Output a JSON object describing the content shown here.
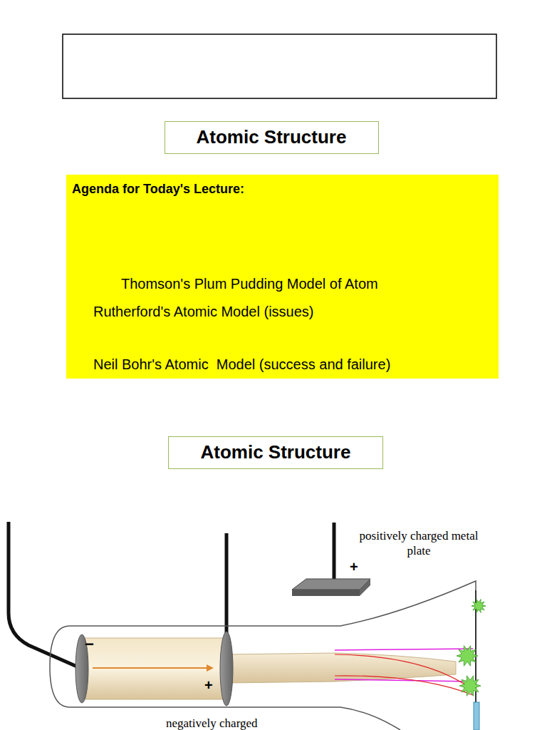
{
  "diagram": {
    "nodes": [
      {
        "text": [
          "Atomic Structure"
        ]
      },
      {
        "text": [
          "Agenda for Today's Lecture:",
          "Thomson's Plum Pudding Model of Atom",
          "Rutherford's Atomic Model (issues)",
          "Neil Bohr's Atomic  Model (success and failure)"
        ]
      },
      {
        "text": [
          "Atomic Structure"
        ]
      }
    ],
    "labels": [
      "positively charged metal plate",
      "+",
      "−",
      "+",
      "negatively charged"
    ]
  }
}
